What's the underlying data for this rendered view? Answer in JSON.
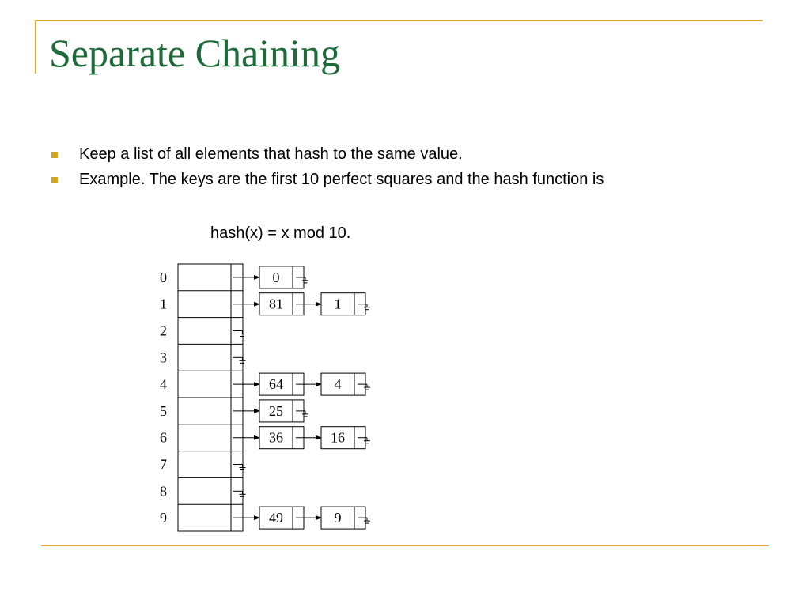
{
  "slide": {
    "title": "Separate Chaining",
    "bullets": [
      "Keep a list of all elements that hash to the same value.",
      "Example. The keys are the first 10 perfect squares and the hash function is"
    ],
    "formula": "hash(x) = x mod 10."
  },
  "diagram": {
    "buckets": [
      {
        "index": "0",
        "chain": [
          "0"
        ]
      },
      {
        "index": "1",
        "chain": [
          "81",
          "1"
        ]
      },
      {
        "index": "2",
        "chain": []
      },
      {
        "index": "3",
        "chain": []
      },
      {
        "index": "4",
        "chain": [
          "64",
          "4"
        ]
      },
      {
        "index": "5",
        "chain": [
          "25"
        ]
      },
      {
        "index": "6",
        "chain": [
          "36",
          "16"
        ]
      },
      {
        "index": "7",
        "chain": []
      },
      {
        "index": "8",
        "chain": []
      },
      {
        "index": "9",
        "chain": [
          "49",
          "9"
        ]
      }
    ]
  },
  "colors": {
    "title": "#1e6b3a",
    "accent_rule": "#e0a82e",
    "bullet_marker": "#d9a520"
  }
}
